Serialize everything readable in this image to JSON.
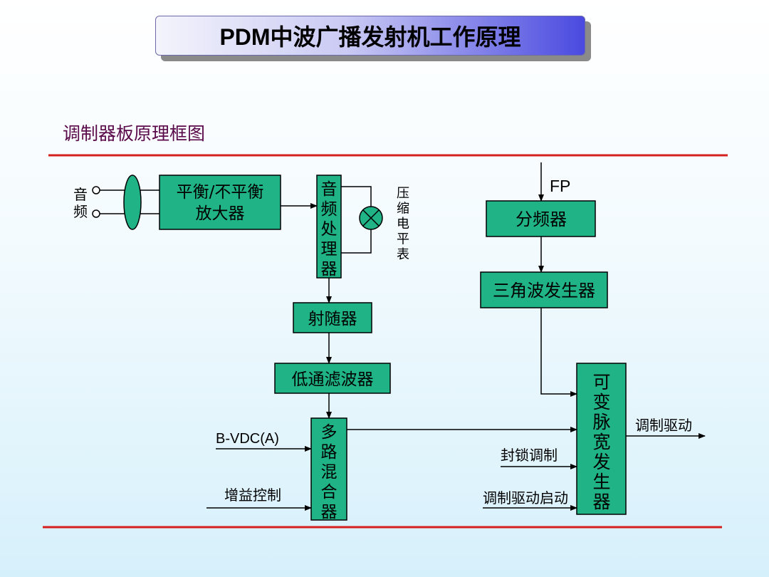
{
  "title": "PDM中波广播发射机工作原理",
  "subtitle": "调制器板原理框图",
  "colors": {
    "block_fill": "#1fb386",
    "rule": "#d62020",
    "line": "#000000"
  },
  "labels": {
    "audio_in": "音频",
    "meter": "压缩电平表",
    "fp": "FP",
    "bvdc": "B-VDC(A)",
    "gain": "增益控制",
    "lock": "封锁调制",
    "drive_start": "调制驱动启动",
    "drive_out": "调制驱动"
  },
  "blocks": {
    "balance_amp": [
      "平衡/不平衡",
      "放大器"
    ],
    "audio_proc": "音频处理器",
    "emitter_follower": "射随器",
    "lowpass": "低通滤波器",
    "mixer": "多路混合器",
    "divider": "分频器",
    "triangle": "三角波发生器",
    "pwm": "可变脉宽发生器"
  }
}
